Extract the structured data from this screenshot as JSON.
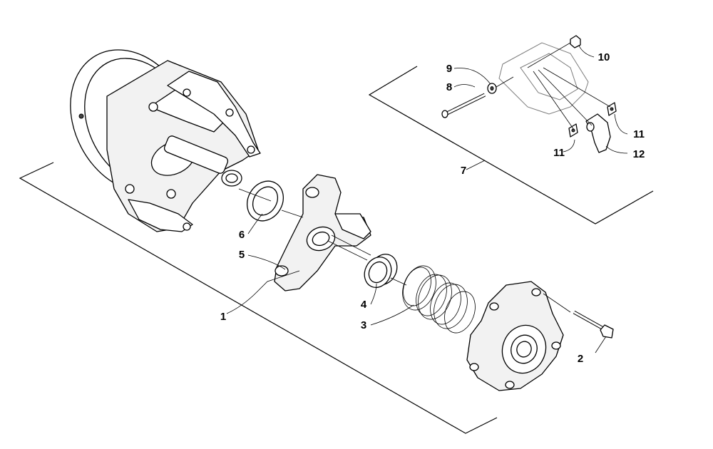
{
  "diagram": {
    "callouts": [
      {
        "id": "1",
        "label": "1"
      },
      {
        "id": "2",
        "label": "2"
      },
      {
        "id": "3",
        "label": "3"
      },
      {
        "id": "4",
        "label": "4"
      },
      {
        "id": "5",
        "label": "5"
      },
      {
        "id": "6",
        "label": "6"
      },
      {
        "id": "7",
        "label": "7"
      },
      {
        "id": "8",
        "label": "8"
      },
      {
        "id": "9",
        "label": "9"
      },
      {
        "id": "10",
        "label": "10"
      },
      {
        "id": "11a",
        "label": "11"
      },
      {
        "id": "11b",
        "label": "11"
      },
      {
        "id": "12",
        "label": "12"
      }
    ]
  }
}
